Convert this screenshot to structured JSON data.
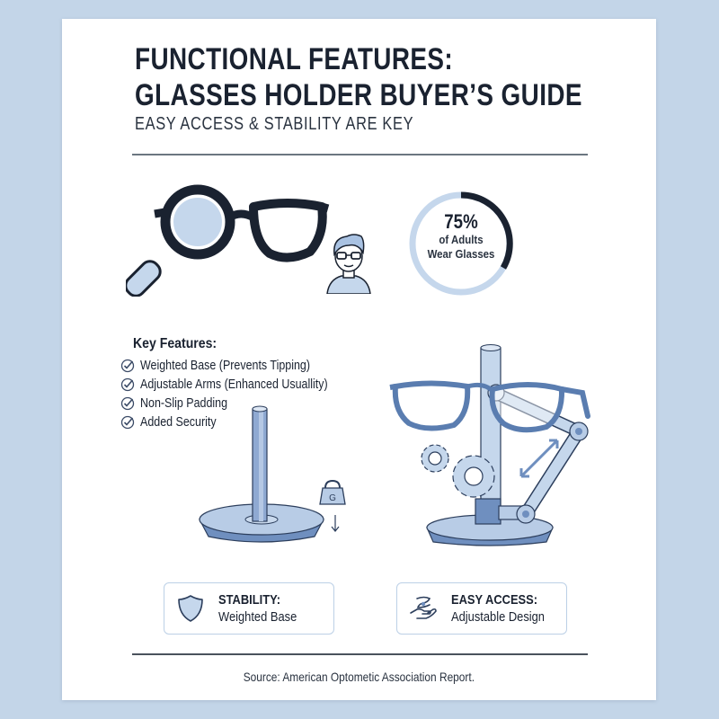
{
  "header": {
    "title_line1": "FUNCTIONAL FEATURES:",
    "title_line2": "GLASSES HOLDER BUYER’S GUIDE",
    "subtitle": "EASY ACCESS & STABILITY ARE KEY"
  },
  "stat": {
    "percent": "75%",
    "label_line1": "of Adults",
    "label_line2": "Wear Glasses",
    "ring_color": "#c5d7ec",
    "arc_color": "#1a2230"
  },
  "icons": {
    "hero": "magnifying-glasses-icon",
    "person": "person-with-glasses-icon",
    "check": "check-circle-icon",
    "weight": "weight-icon",
    "shield": "shield-icon",
    "hand": "hand-giving-icon"
  },
  "features": {
    "heading": "Key Features:",
    "items": [
      {
        "label": "Weighted Base (Prevents Tipping)"
      },
      {
        "label": "Adjustable Arms (Enhanced Usuallity)"
      },
      {
        "label": "Non-Slip Padding"
      },
      {
        "label": "Added Security"
      }
    ]
  },
  "illustrations": {
    "weight_label": "G"
  },
  "boxes": {
    "stability": {
      "heading": "STABILITY:",
      "sub": "Weighted Base"
    },
    "access": {
      "heading": "EASY ACCESS:",
      "sub": "Adjustable Design"
    }
  },
  "footer": {
    "source": "Source: American Optometic Association Report."
  },
  "colors": {
    "background": "#c3d5e8",
    "dark": "#1a2230",
    "accent_blue": "#6f8fbf",
    "light_blue": "#c5d7ec"
  }
}
